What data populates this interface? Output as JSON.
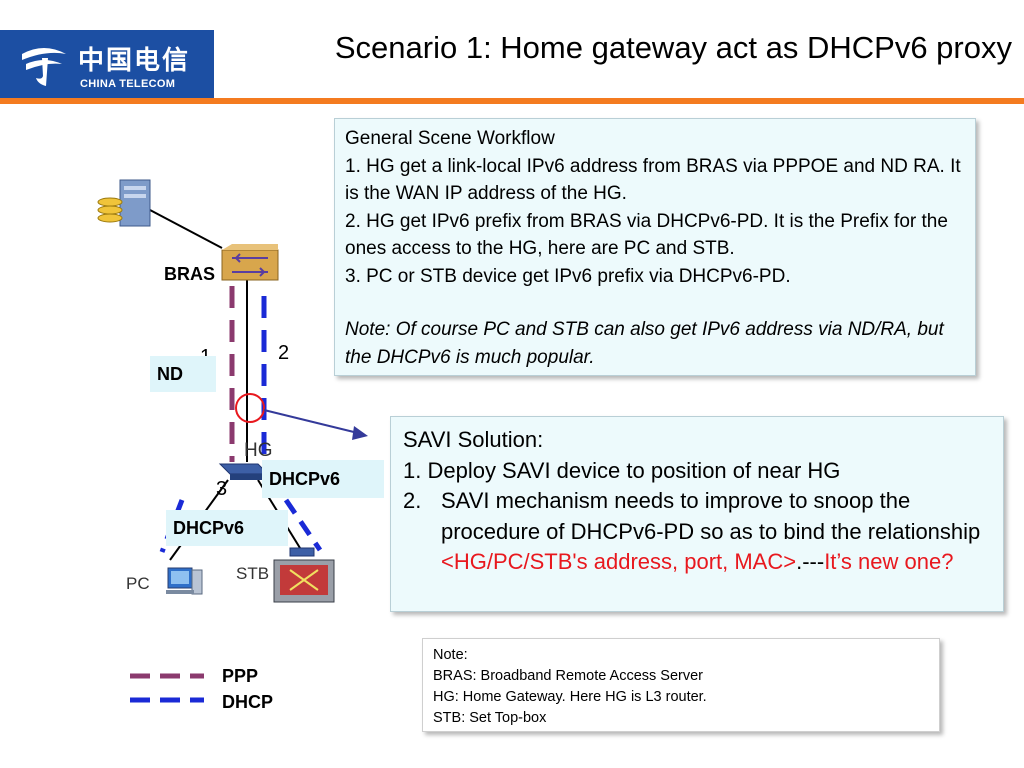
{
  "header": {
    "logo_cn": "中国电信",
    "logo_en": "CHINA TELECOM",
    "title": "Scenario 1: Home gateway act as DHCPv6 proxy"
  },
  "workflow": {
    "heading": "General Scene Workflow",
    "step1": "1. HG get a link-local IPv6 address from BRAS via PPPOE and ND RA. It is the WAN IP address of the HG.",
    "step2": "2. HG get IPv6 prefix from BRAS via DHCPv6-PD. It is the Prefix for the ones access to the HG, here are PC and STB.",
    "step3": "3. PC or STB device get IPv6 prefix via DHCPv6-PD.",
    "note": "Note: Of course PC and STB can also get IPv6 address via ND/RA, but the DHCPv6 is much popular."
  },
  "savi": {
    "heading": "SAVI Solution:",
    "item1": "1. Deploy SAVI device to position of near HG",
    "item2_num": "2.",
    "item2_text": "SAVI mechanism needs to improve to snoop the procedure of DHCPv6-PD so as to bind the relationship ",
    "item2_red1": "<HG/PC/STB's address, port, MAC>",
    "item2_dots": ".---",
    "item2_red2": "It’s new one?"
  },
  "notes": {
    "title": "Note:",
    "bras": "BRAS: Broadband Remote Access Server",
    "hg": "HG: Home Gateway. Here HG is L3 router.",
    "stb": "STB: Set Top-box"
  },
  "diagram": {
    "bras_label": "BRAS",
    "hg_label": "HG",
    "pc_label": "PC",
    "stb_label": "STB",
    "num1": "1",
    "num2": "2",
    "num3": "3",
    "nd_tag": "ND",
    "dhcpv6_tag_right": "DHCPv6",
    "dhcpv6_tag_left": "DHCPv6"
  },
  "legend": {
    "ppp": "PPP",
    "dhcp": "DHCP"
  },
  "colors": {
    "ppp_line": "#8b3a6e",
    "dhcp_line": "#1a2ad6",
    "accent_orange": "#f47b20",
    "brand_blue": "#1c4fa3",
    "highlight_red": "#e8181e"
  }
}
